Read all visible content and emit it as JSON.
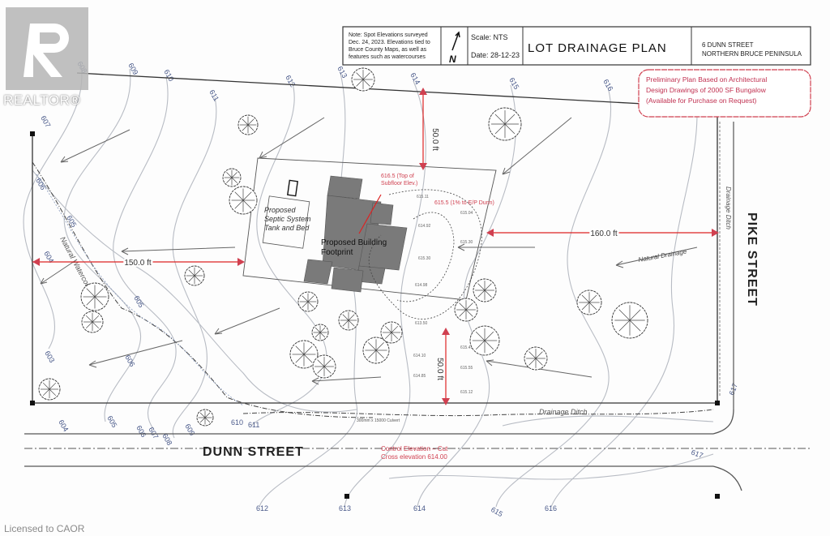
{
  "title_block": {
    "note": [
      "Note: Spot Elevations surveyed",
      "Dec. 24, 2023. Elevations tied to",
      "Bruce County Maps, as well as",
      "features such as watercourses"
    ],
    "north_label": "N",
    "scale": "Scale: NTS",
    "date": "Date: 28-12-23",
    "title": "LOT DRAINAGE PLAN",
    "address_line1": "6 DUNN STREET",
    "address_line2": "NORTHERN BRUCE PENINSULA"
  },
  "cloud_note": [
    "Preliminary Plan Based on Architectural",
    "Design Drawings of 2000 SF Bungalow",
    "(Available for Purchase on Request)"
  ],
  "dimensions": {
    "top_setback": "50.0 ft",
    "right_setback": "160.0 ft",
    "left_setback": "150.0 ft",
    "bottom_setback": "50.0 ft"
  },
  "labels": {
    "septic": [
      "Proposed",
      "Septic System",
      "Tank and Bed"
    ],
    "building": [
      "Proposed Building",
      "Footprint"
    ],
    "subfloor": [
      "616.5 (Top of",
      "Subfloor Elev.)"
    ],
    "grade": "615.5 (1% to E/P Dunn)",
    "natural_drainage": "Natural Drainage",
    "watercourse": "Natural Watercourse",
    "drainage_ditch_bottom": "Drainage Ditch",
    "drainage_ditch_right": "Drainage Ditch",
    "dunn_street": "DUNN STREET",
    "pike_street": "PIKE STREET",
    "control_elev": [
      "Control Elevation – Cut",
      "Cross elevation 614.00"
    ],
    "culvert": "300mm x 15000 Culvert"
  },
  "contours": {
    "top": [
      "608",
      "609",
      "610",
      "611",
      "612",
      "613",
      "614",
      "615",
      "616"
    ],
    "left": [
      "607",
      "606",
      "605",
      "604",
      "603",
      "605",
      "606"
    ],
    "bottom": [
      "604",
      "605",
      "606",
      "607",
      "608",
      "609",
      "610",
      "611",
      "612",
      "613",
      "614",
      "615",
      "616",
      "617",
      "617"
    ]
  },
  "spot_elevations": [
    "615.11",
    "614.92",
    "615.30",
    "614.98",
    "613.50",
    "614.10",
    "615.04",
    "615.30",
    "615.41",
    "615.55",
    "615.12",
    "614.85"
  ],
  "watermark": {
    "brand": "REALTOR®"
  },
  "footer": {
    "license": "Licensed to CAOR"
  },
  "colors": {
    "accent_red": "#d22222",
    "contour": "#b8bcc4",
    "building": "#7a7a7a"
  }
}
